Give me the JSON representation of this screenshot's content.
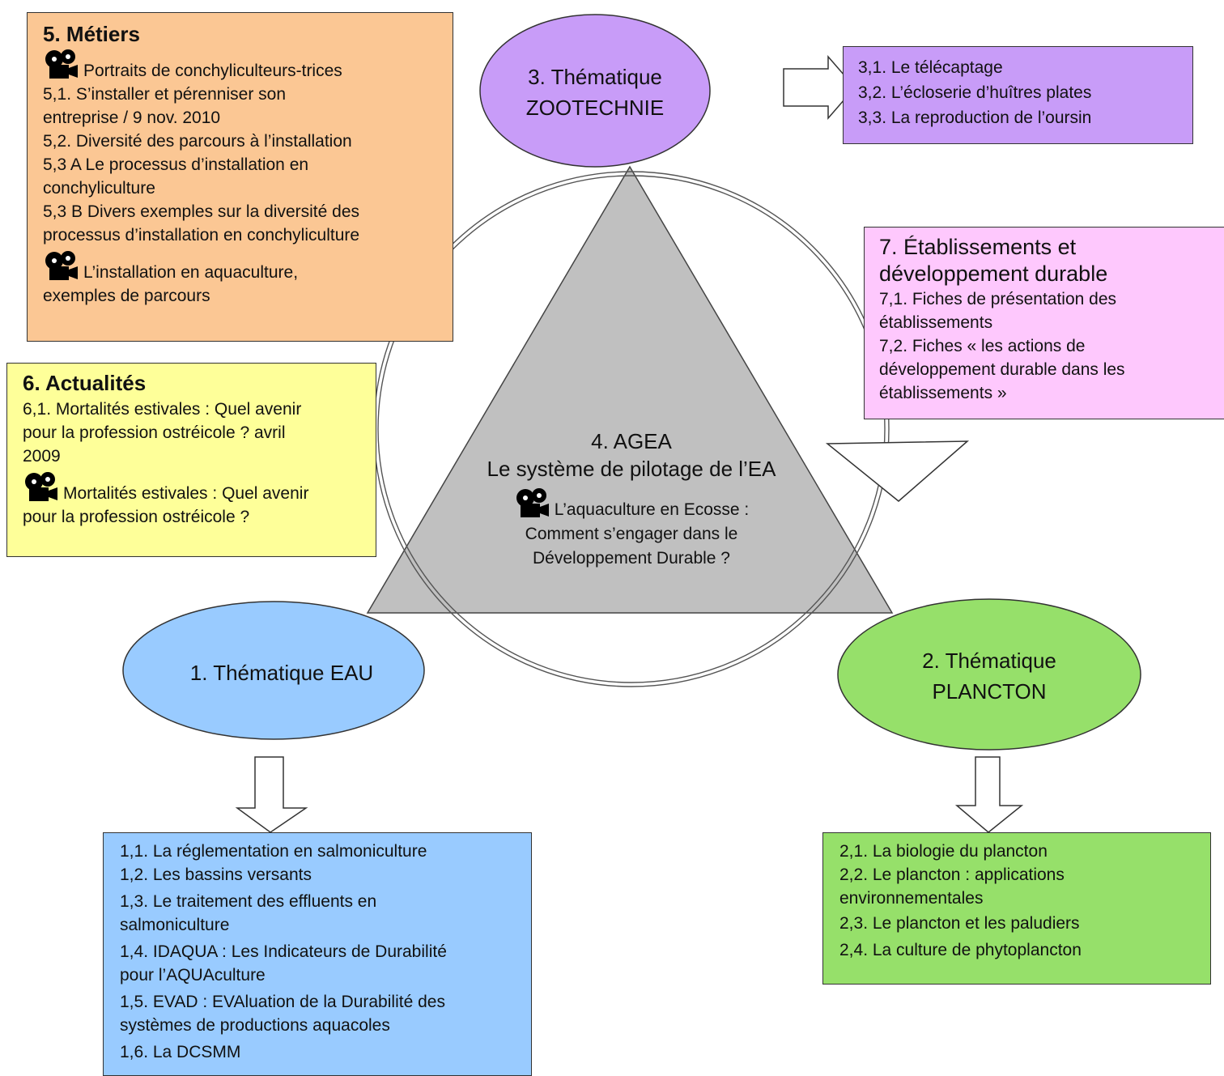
{
  "colors": {
    "metiers": "#fbc794",
    "actualites": "#feff99",
    "zootechnie": "#c89cf8",
    "etablissements": "#fec8fd",
    "eau": "#99cbff",
    "plancton": "#96e06a",
    "triangle": "#c0c0c0"
  },
  "metiers": {
    "title": "5. Métiers",
    "film1": "Portraits de conchyliculteurs-trices",
    "items": [
      "5,1. S’installer et pérenniser son",
      "entreprise / 9 nov. 2010",
      "5,2. Diversité des parcours à l’installation",
      "5,3 A Le processus d’installation en",
      "conchyliculture",
      "5,3 B Divers exemples sur la diversité des",
      "processus d’installation en conchyliculture"
    ],
    "film2_line1": "L’installation en aquaculture,",
    "film2_line2": "exemples de parcours"
  },
  "actualites": {
    "title": "6. Actualités",
    "items": [
      "6,1. Mortalités estivales : Quel avenir",
      "pour la profession ostréicole ? avril",
      "2009"
    ],
    "film_line1": "Mortalités estivales : Quel avenir",
    "film_line2": "pour la profession ostréicole ?"
  },
  "zootechnie": {
    "label_line1": "3. Thématique",
    "label_line2": "ZOOTECHNIE",
    "items": [
      "3,1. Le télécaptage",
      "3,2. L’écloserie d’huîtres plates",
      "3,3. La reproduction de l’oursin"
    ]
  },
  "etablissements": {
    "title_line1": "7. Établissements et",
    "title_line2": "développement durable",
    "items": [
      "7,1. Fiches de présentation des",
      "établissements",
      "7,2. Fiches « les actions de",
      "développement durable dans les",
      "établissements »"
    ]
  },
  "agea": {
    "title_line1": "4. AGEA",
    "title_line2": "Le système de pilotage de l’EA",
    "film_line1": "L’aquaculture en Ecosse :",
    "film_line2": "Comment s’engager dans le",
    "film_line3": "Développement Durable ?"
  },
  "eau": {
    "label": "1. Thématique EAU",
    "items": [
      "1,1. La réglementation en salmoniculture",
      "1,2. Les bassins versants",
      "1,3. Le traitement des effluents en",
      "salmoniculture",
      "1,4. IDAQUA : Les Indicateurs de Durabilité",
      "pour l’AQUAculture",
      "1,5. EVAD : EVAluation de la Durabilité des",
      "systèmes de productions aquacoles",
      "1,6. La DCSMM"
    ]
  },
  "plancton": {
    "label_line1": "2. Thématique",
    "label_line2": "PLANCTON",
    "items": [
      "2,1. La biologie du plancton",
      "2,2. Le plancton : applications",
      "environnementales",
      "2,3. Le plancton et les paludiers",
      "2,4. La culture de phytoplancton"
    ]
  }
}
